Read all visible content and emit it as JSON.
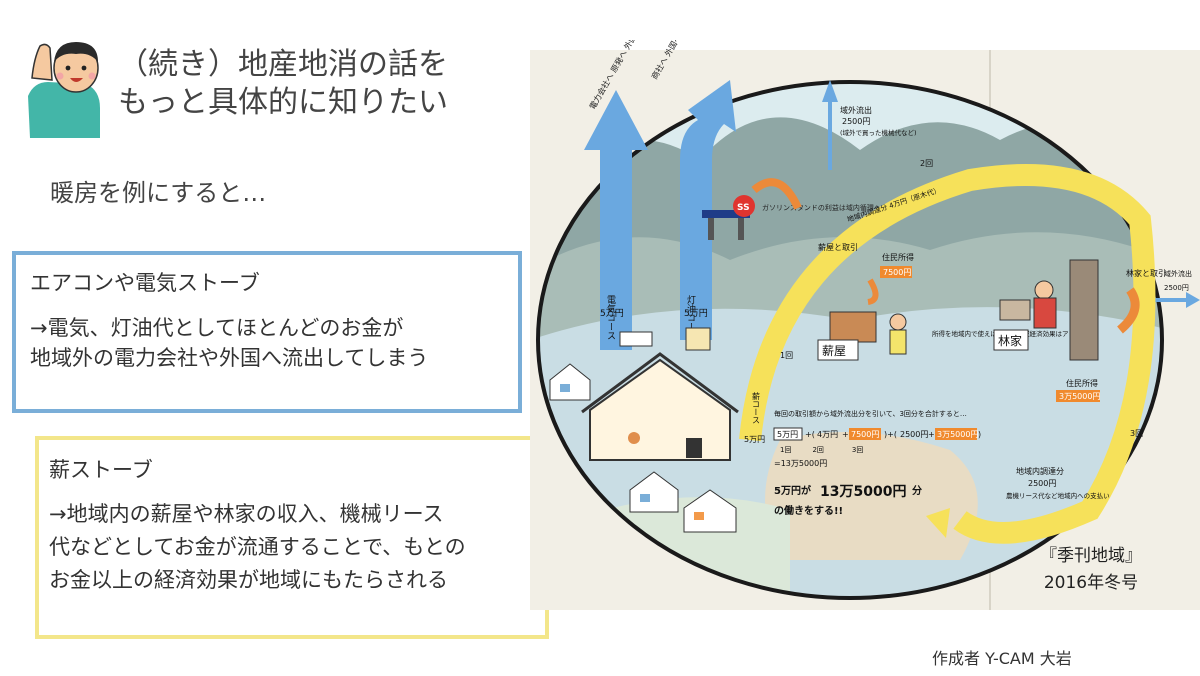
{
  "slide": {
    "title_line1": "（続き）地産地消の話を",
    "title_line2": "もっと具体的に知りたい",
    "heating_example": "暖房を例にすると…",
    "aircon_box": {
      "heading": "エアコンや電気ストーブ",
      "body_line1": "→電気、灯油代としてほとんどのお金が",
      "body_line2": "地域外の電力会社や外国へ流出してしまう"
    },
    "wood_box": {
      "heading": "薪ストーブ",
      "body_line1": "→地域内の薪屋や林家の収入、機械リース",
      "body_line2": "代などとしてお金が流通することで、もとの",
      "body_line3": "お金以上の経済効果が地域にもたらされる"
    },
    "citation_line1": "『季刊地域』",
    "citation_line2": "2016年冬号",
    "author": "作成者 Y-CAM 大岩"
  },
  "illustration": {
    "elec_dest": "電力会社へ 原発へ 外国へ",
    "oil_dest": "商社へ 外国へ",
    "elec_course": "電気コース",
    "elec_amount": "5万円",
    "oil_course": "灯油コース",
    "oil_amount": "5万円",
    "ss_sign": "SS",
    "gas_note": "ガソリンスタンドの利益は域内循環へ",
    "outflow_top": "域外流出",
    "outflow_top_amount": "2500円",
    "outflow_top_note": "(域外で買った機械代など)",
    "times_2": "2回",
    "procurement_1": "地域内調達分 4万円（原木代）",
    "wood_dealer_trade": "薪屋と取引",
    "resident_income": "住民所得",
    "resident_income_1": "7500円",
    "income_note": "所得を地域内で使えばさらに地域経済効果はアップ",
    "wood_shop": "薪屋",
    "forestry_trade": "林家と取引",
    "forestry": "林家",
    "outflow_right": "域外流出",
    "outflow_right_amount": "2500円",
    "resident_income_2_label": "住民所得",
    "resident_income_2": "3万5000円",
    "times_3": "3回",
    "times_1": "1回",
    "firewood_course": "薪コース",
    "firewood_amount": "5万円",
    "calc_intro": "毎回の取引額から域外流出分を引いて、3回分を合計すると…",
    "calc_1": "5万円",
    "calc_2a": "4万円",
    "calc_2b": "7500円",
    "calc_3a": "2500円",
    "calc_3b": "3万5000円",
    "calc_times": "1回　　　2回　　　　3回",
    "calc_total": "=13万5000円",
    "effect_line1_a": "5万円が",
    "effect_line1_b": "13万5000円",
    "effect_line1_c": "分",
    "effect_line2": "の働きをする!!",
    "procurement_2": "地域内調達分",
    "procurement_2_amount": "2500円",
    "procurement_2_note": "農機リース代など地域内への支払い",
    "colors": {
      "blue_border": "#7aaed8",
      "yellow_border": "#f3e68a",
      "blue_arrow": "#6aa8e0",
      "yellow_arrow": "#f6e15a",
      "orange_arrow": "#ec8a3a",
      "highlight_orange": "#f08a2e"
    }
  }
}
